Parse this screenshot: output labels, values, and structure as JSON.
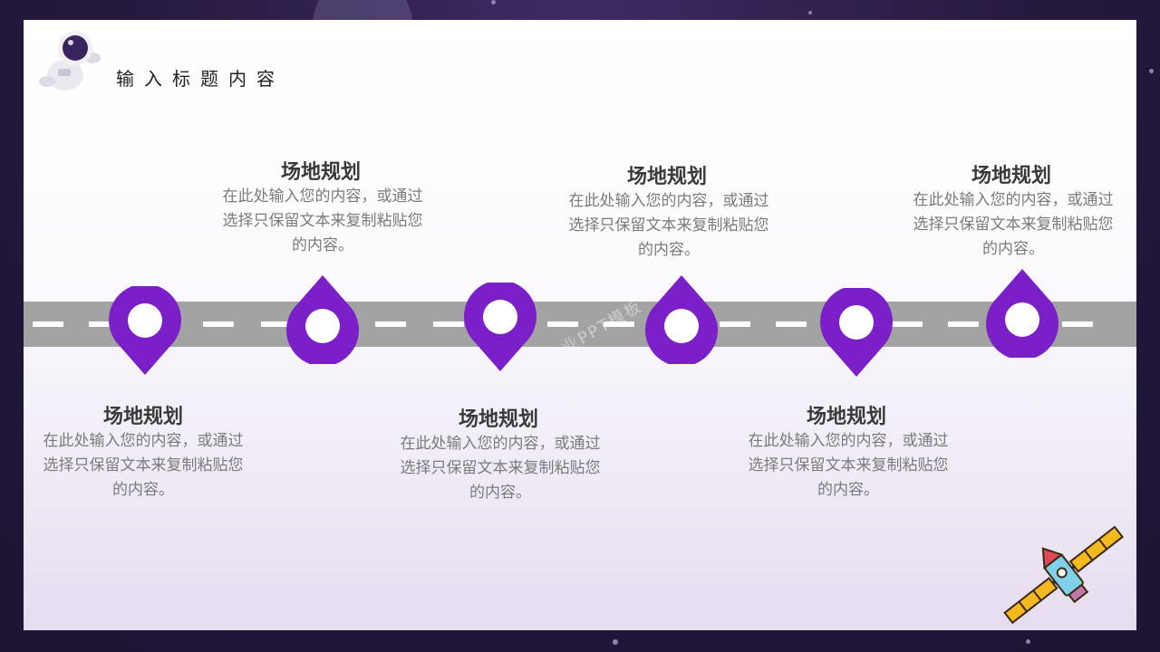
{
  "header": {
    "title": "输入标题内容"
  },
  "milestones": [
    {
      "title": "场地规划",
      "text": "在此处输入您的内容，或通过选择只保留文本来复制粘贴您的内容。"
    },
    {
      "title": "场地规划",
      "text": "在此处输入您的内容，或通过选择只保留文本来复制粘贴您的内容。"
    },
    {
      "title": "场地规划",
      "text": "在此处输入您的内容，或通过选择只保留文本来复制粘贴您的内容。"
    },
    {
      "title": "场地规划",
      "text": "在此处输入您的内容，或通过选择只保留文本来复制粘贴您的内容。"
    },
    {
      "title": "场地规划",
      "text": "在此处输入您的内容，或通过选择只保留文本来复制粘贴您的内容。"
    },
    {
      "title": "场地规划",
      "text": "在此处输入您的内容，或通过选择只保留文本来复制粘贴您的内容。"
    }
  ],
  "watermark": "企业PPT模板",
  "colors": {
    "accent": "#7b1fc8",
    "road": "#a3a3a3",
    "background": "#24183d"
  },
  "icons": {
    "corner": "astronaut-icon",
    "decoration": "satellite-icon",
    "marker": "location-pin-icon"
  }
}
